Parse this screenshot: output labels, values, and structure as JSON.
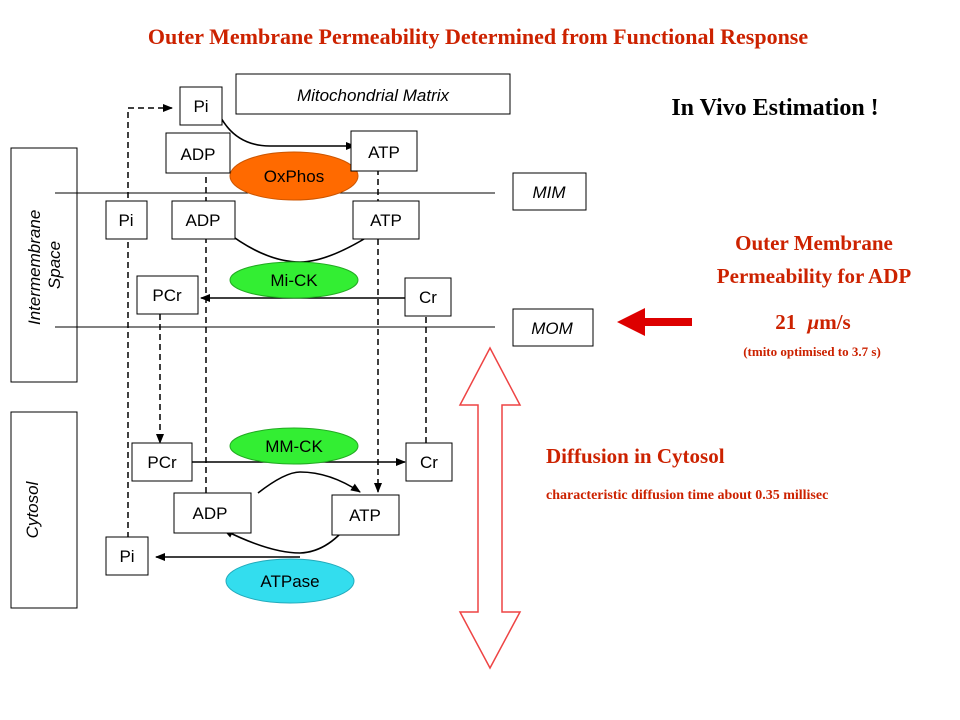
{
  "title": "Outer Membrane Permeability Determined from Functional Response",
  "headline": "In Vivo Estimation !",
  "compartments": {
    "matrix": "Mitochondrial Matrix",
    "intermembrane": [
      "Intermembrane",
      "Space"
    ],
    "cytosol": "Cytosol",
    "mim": "MIM",
    "mom": "MOM"
  },
  "molecules": {
    "pi": "Pi",
    "adp": "ADP",
    "atp": "ATP",
    "pcr": "PCr",
    "cr": "Cr"
  },
  "enzymes": {
    "oxphos": "OxPhos",
    "mick": "Mi-CK",
    "mmck": "MM-CK",
    "atpase": "ATPase"
  },
  "result": {
    "heading_line1": "Outer Membrane",
    "heading_line2": "Permeability for ADP",
    "value_number": "21",
    "value_mu": "μ",
    "value_unit": "m/s",
    "note": "(tmito optimised to 3.7 s)"
  },
  "diffusion": {
    "heading": "Diffusion in Cytosol",
    "detail": "characteristic diffusion time about 0.35 millisec"
  },
  "colors": {
    "title": "#cc2200",
    "oxphos": "#ff6a00",
    "ck": "#33ee33",
    "atpase": "#33ddee",
    "red_arrow": "#dd0000",
    "double_arrow": "#ee4444"
  }
}
